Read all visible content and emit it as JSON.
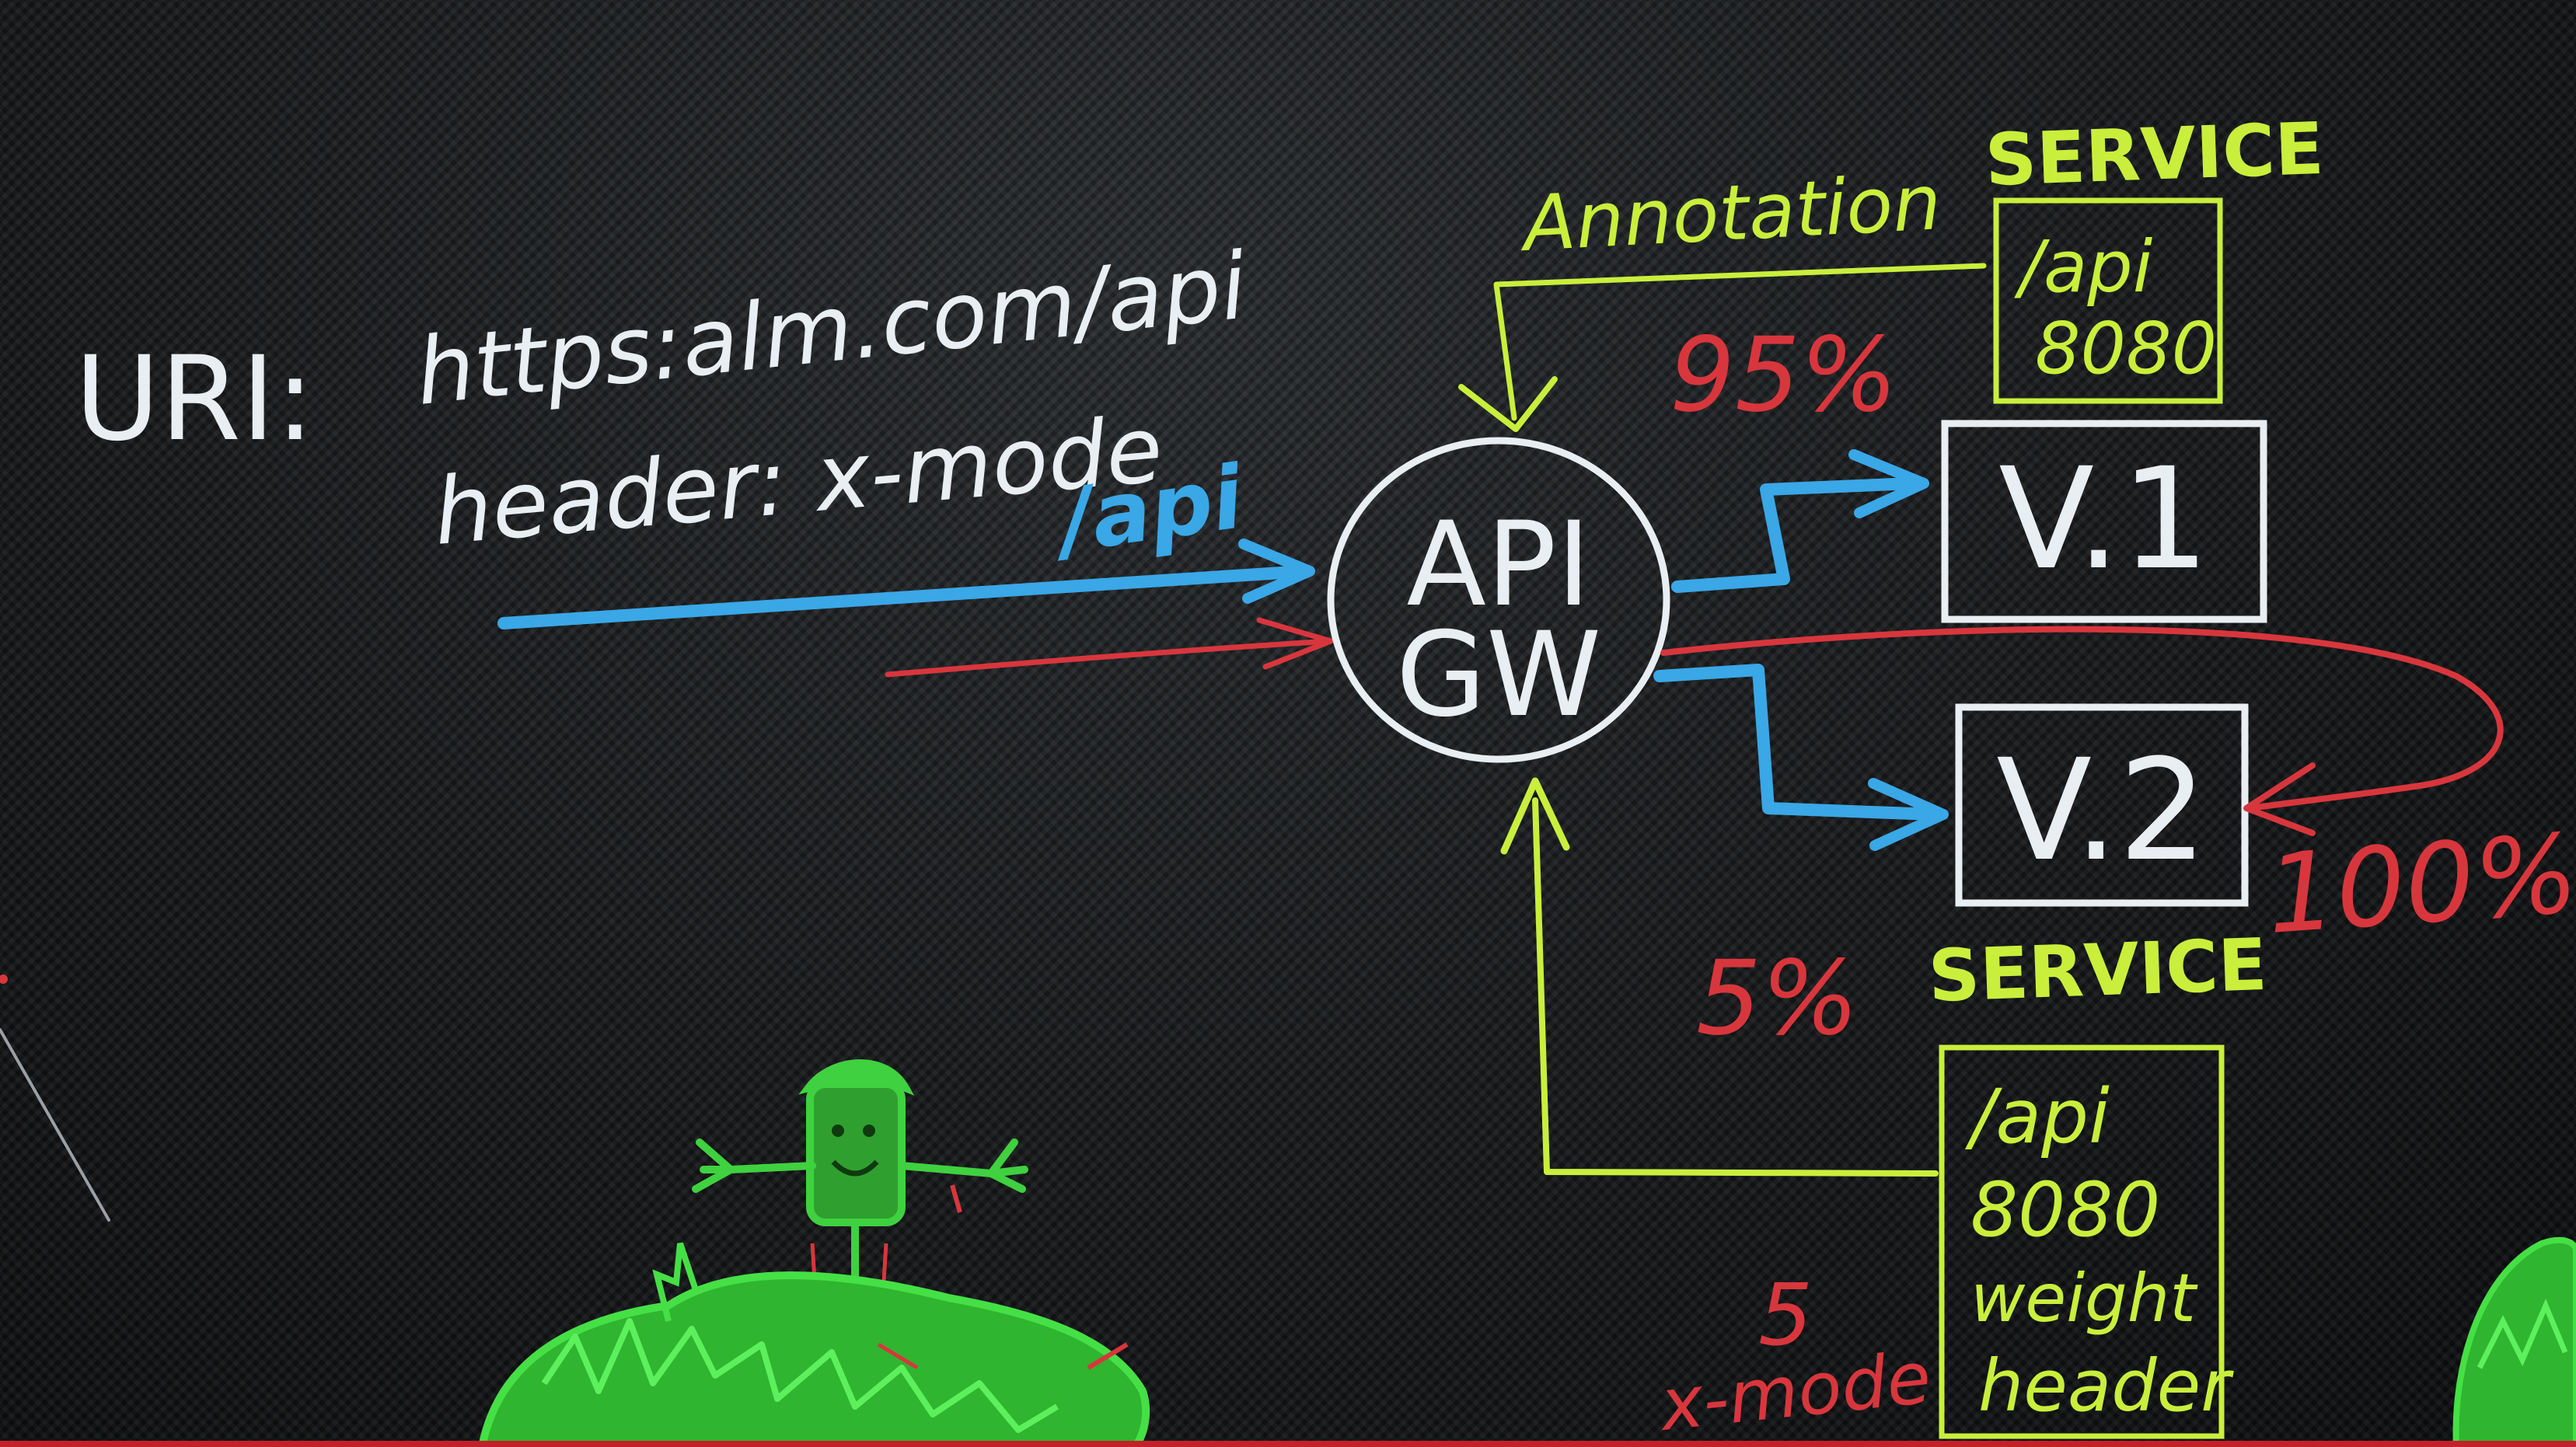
{
  "diagram": {
    "uri_label": "URI:",
    "uri_value": "https:alm.com/api",
    "header_value": "header: x-mode",
    "blue_path_label": "/api",
    "gateway_line1": "API",
    "gateway_line2": "GW",
    "annotation_label": "Annotation",
    "service_top": {
      "title": "SERVICE",
      "line1": "/api",
      "line2": "8080"
    },
    "pct_95": "95%",
    "pct_5": "5%",
    "pct_100": "100%",
    "v1_label": "V.1",
    "v2_label": "V.2",
    "service_bottom": {
      "title": "SERVICE",
      "line1": "/api",
      "line2": "8080",
      "line3": "weight",
      "line4": "header"
    },
    "xmode_value": "5",
    "xmode_label": "x-mode"
  },
  "colors": {
    "chalk_white": "#e9eef3",
    "chalk_green": "#c9ef3c",
    "chalk_red": "#d8363d",
    "chalk_blue": "#3aa7e6",
    "doodle_green": "#3fd13f",
    "board": "#17191b"
  }
}
